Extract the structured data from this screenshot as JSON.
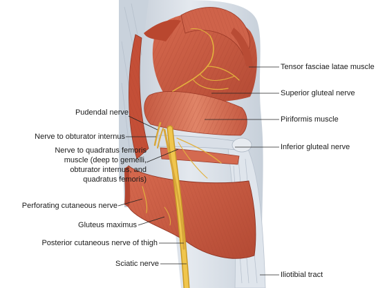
{
  "labels": {
    "tensor_fasciae_latae": "Tensor fasciae latae muscle",
    "superior_gluteal_nerve": "Superior gluteal nerve",
    "pudendal_nerve": "Pudendal nerve",
    "piriformis": "Piriformis muscle",
    "nerve_obturator_internus": "Nerve to obturator internus",
    "inferior_gluteal_nerve": "Inferior gluteal nerve",
    "nerve_quadratus_line1": "Nerve to quadratus femoris",
    "nerve_quadratus_line2": "muscle (deep to gemelli,",
    "nerve_quadratus_line3": "obturator internus, and",
    "nerve_quadratus_line4": "quadratus femoris)",
    "perforating_cutaneous": "Perforating cutaneous nerve",
    "gluteus_maximus": "Gluteus maximus",
    "posterior_cutaneous": "Posterior cutaneous nerve of thigh",
    "sciatic_nerve": "Sciatic nerve",
    "iliotibial_tract": "Iliotibial tract"
  },
  "colors": {
    "muscle": "#c8583f",
    "muscle_dark": "#a23e2c",
    "muscle_light": "#dd7a5e",
    "fascia": "#d3dbe4",
    "nerve": "#e6b83c",
    "leader": "#222222"
  }
}
